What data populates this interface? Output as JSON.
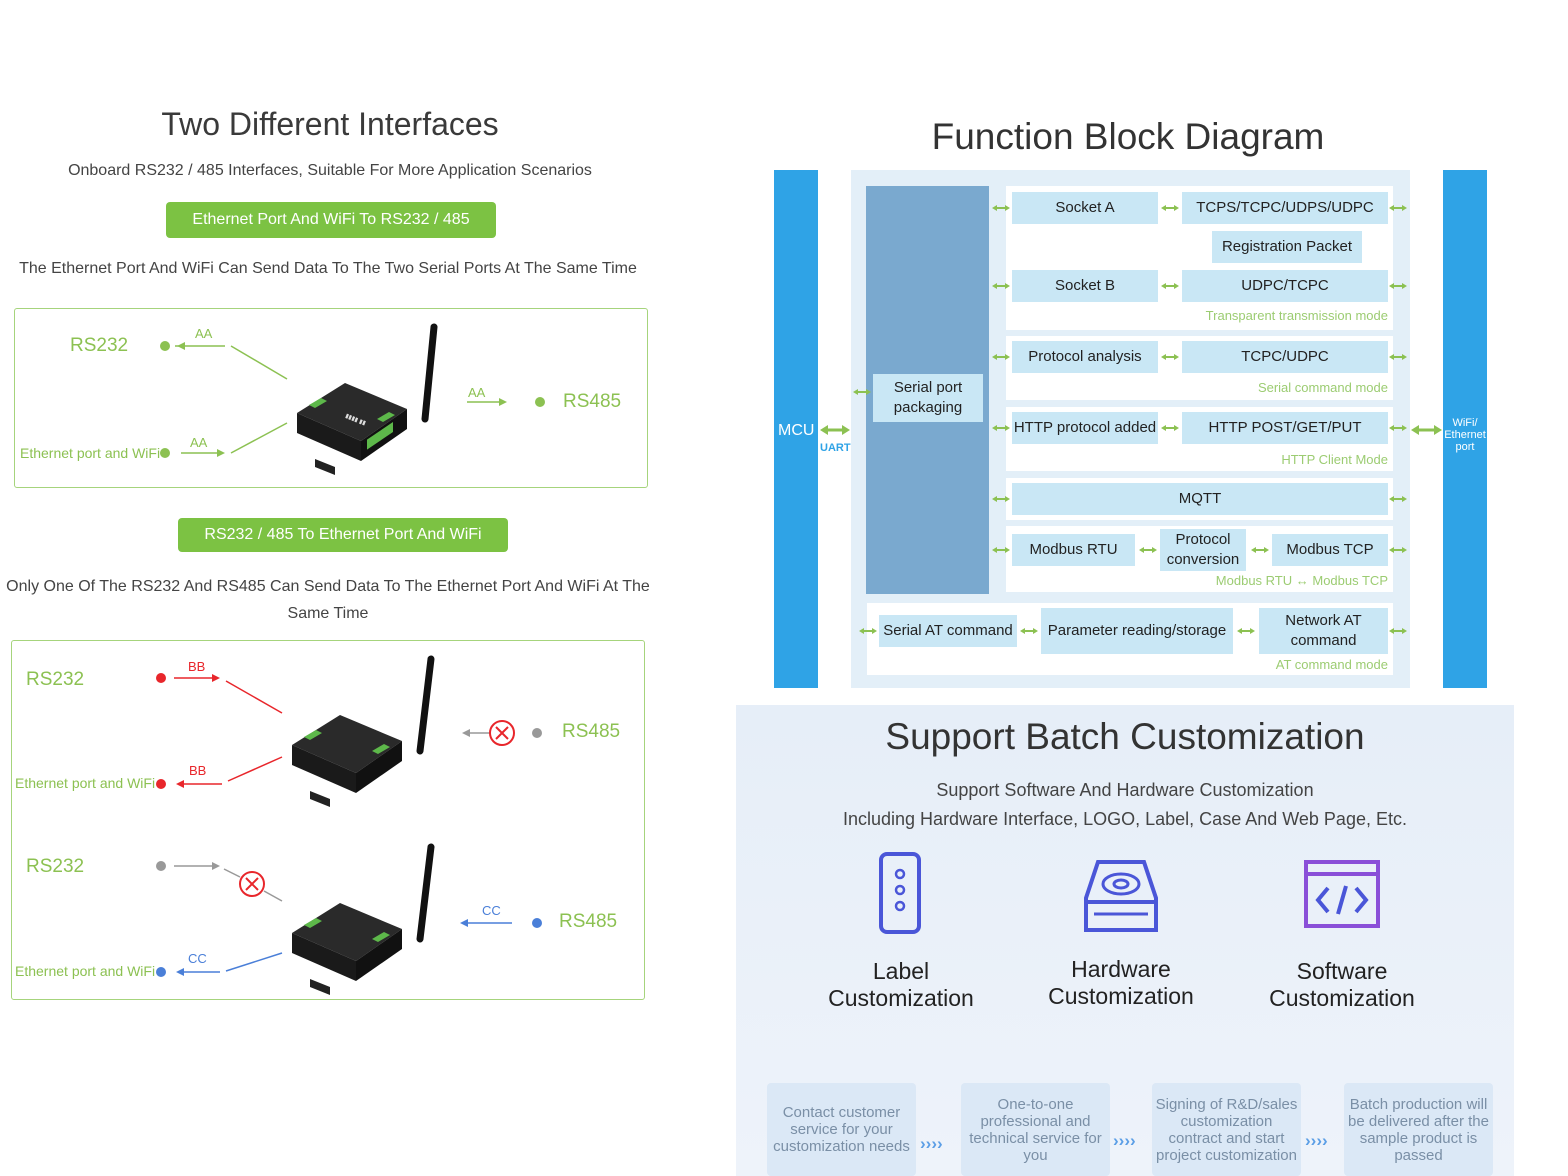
{
  "left": {
    "title": "Two Different Interfaces",
    "subtitle": "Onboard RS232 / 485 Interfaces, Suitable For More Application Scenarios",
    "mode1_button": "Ethernet Port And WiFi To RS232 / 485",
    "mode1_desc": "The Ethernet Port And WiFi Can Send Data To The Two Serial Ports At The Same Time",
    "mode2_button": "RS232 / 485 To Ethernet Port And WiFi",
    "mode2_desc_line1": "Only One Of The RS232 And RS485 Can Send Data To The Ethernet Port And WiFi At The",
    "mode2_desc_line2": "Same Time",
    "panel1": {
      "rs232": "RS232",
      "rs485": "RS485",
      "eth_wifi": "Ethernet port and WiFi",
      "flow": "AA"
    },
    "panel2": {
      "rs232": "RS232",
      "rs485": "RS485",
      "eth_wifi": "Ethernet port and WiFi",
      "flow_bb": "BB",
      "flow_cc": "CC"
    }
  },
  "fbd": {
    "title": "Function Block Diagram",
    "mcu": "MCU",
    "uart": "UART",
    "wifi_eth": [
      "WiFi/",
      "Ethernet",
      "port"
    ],
    "serial_packaging": [
      "Serial port",
      "packaging"
    ],
    "rows": {
      "socket_a": "Socket A",
      "tcps": "TCPS/TCPC/UDPS/UDPC",
      "reg_packet": "Registration Packet",
      "socket_b": "Socket B",
      "udpc_tcpc": "UDPC/TCPC",
      "transparent_mode": "Transparent transmission mode",
      "protocol_analysis": "Protocol analysis",
      "tcpc_udpc": "TCPC/UDPC",
      "serial_cmd_mode": "Serial command mode",
      "http_added": "HTTP protocol added",
      "http_methods": "HTTP POST/GET/PUT",
      "http_client_mode": "HTTP Client Mode",
      "mqtt": "MQTT",
      "modbus_rtu": "Modbus RTU",
      "protocol_conversion": [
        "Protocol",
        "conversion"
      ],
      "modbus_tcp": "Modbus TCP",
      "modbus_mode": "Modbus RTU ↔ Modbus TCP",
      "serial_at": "Serial AT command",
      "param_rw": "Parameter reading/storage",
      "network_at": [
        "Network AT",
        "command"
      ],
      "at_mode": "AT command mode"
    }
  },
  "batch": {
    "title": "Support Batch Customization",
    "sub1": "Support Software And Hardware Customization",
    "sub2": "Including Hardware Interface, LOGO, Label, Case And Web Page, Etc.",
    "items": [
      {
        "l1": "Label",
        "l2": "Customization",
        "icon": "label-icon"
      },
      {
        "l1": "Hardware",
        "l2": "Customization",
        "icon": "hardware-icon"
      },
      {
        "l1": "Software",
        "l2": "Customization",
        "icon": "code-icon"
      }
    ],
    "steps": [
      "Contact customer service for your customization needs",
      "One-to-one professional and technical service for you",
      "Signing of R&D/sales customization contract and start project customization",
      "Batch production will be delivered after the sample product is passed"
    ],
    "chevron": "››››"
  },
  "colors": {
    "green": "#7cc243",
    "blue_bus": "#2fa3e6",
    "box": "#c9e7f5",
    "red": "#e8262b",
    "flow_blue": "#4a7fd8"
  }
}
